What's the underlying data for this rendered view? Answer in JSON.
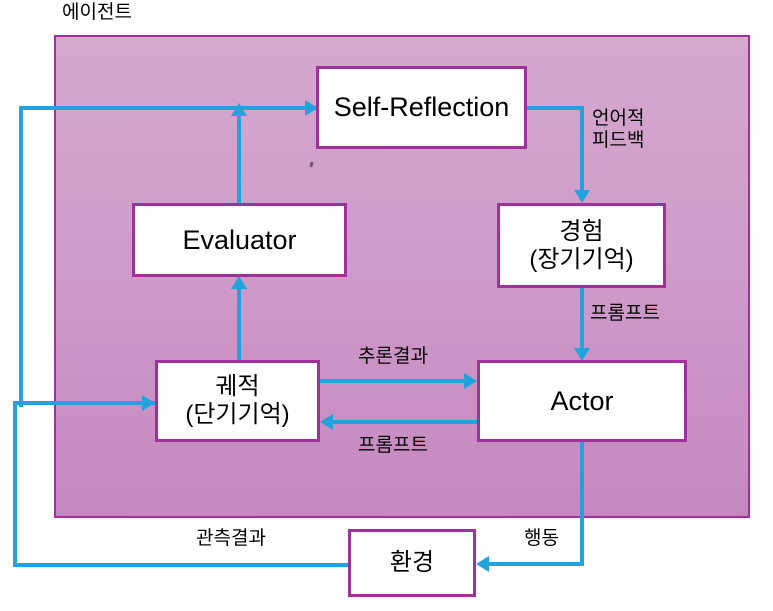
{
  "diagram": {
    "agent_label": "에이전트",
    "colors": {
      "box_border": "#a0309b",
      "box_fill": "#ffffff",
      "container_fill_top": "#d5a8ce",
      "container_fill_bottom": "#c687c0",
      "connector": "#22a3dd",
      "text": "#000000",
      "page_background": "#ffffff"
    },
    "nodes": [
      {
        "id": "self-reflection",
        "label": "Self-Reflection",
        "lang": "en"
      },
      {
        "id": "evaluator",
        "label": "Evaluator",
        "lang": "en"
      },
      {
        "id": "experience",
        "line1": "경험",
        "line2": "(장기기억)",
        "lang": "ko"
      },
      {
        "id": "trajectory",
        "line1": "궤적",
        "line2": "(단기기억)",
        "lang": "ko"
      },
      {
        "id": "actor",
        "label": "Actor",
        "lang": "en"
      },
      {
        "id": "environment",
        "label": "환경",
        "lang": "ko"
      }
    ],
    "edge_labels": {
      "verbal_feedback_line1": "언어적",
      "verbal_feedback_line2": "피드백",
      "prompt_from_experience": "프롬프트",
      "inference_result": "추론결과",
      "prompt_to_trajectory": "프롬프트",
      "observation": "관측결과",
      "action": "행동"
    }
  }
}
